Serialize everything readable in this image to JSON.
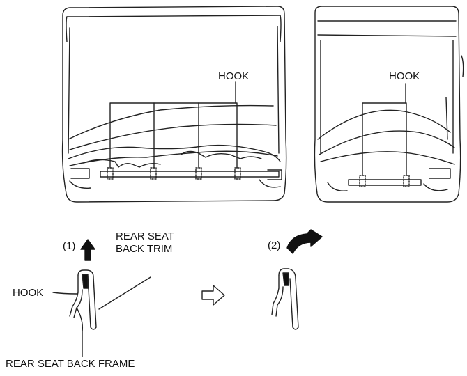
{
  "labels": {
    "hook_left_panel": "HOOK",
    "hook_right_panel": "HOOK",
    "step1": "(1)",
    "step2": "(2)",
    "trim_line1": "REAR SEAT",
    "trim_line2": "BACK TRIM",
    "hook_detail": "HOOK",
    "frame": "REAR SEAT BACK FRAME"
  },
  "icons": {
    "up_arrow": "up-arrow-icon",
    "next_arrow": "outline-right-arrow-icon",
    "rotate_arrow": "curved-arrow-icon"
  }
}
